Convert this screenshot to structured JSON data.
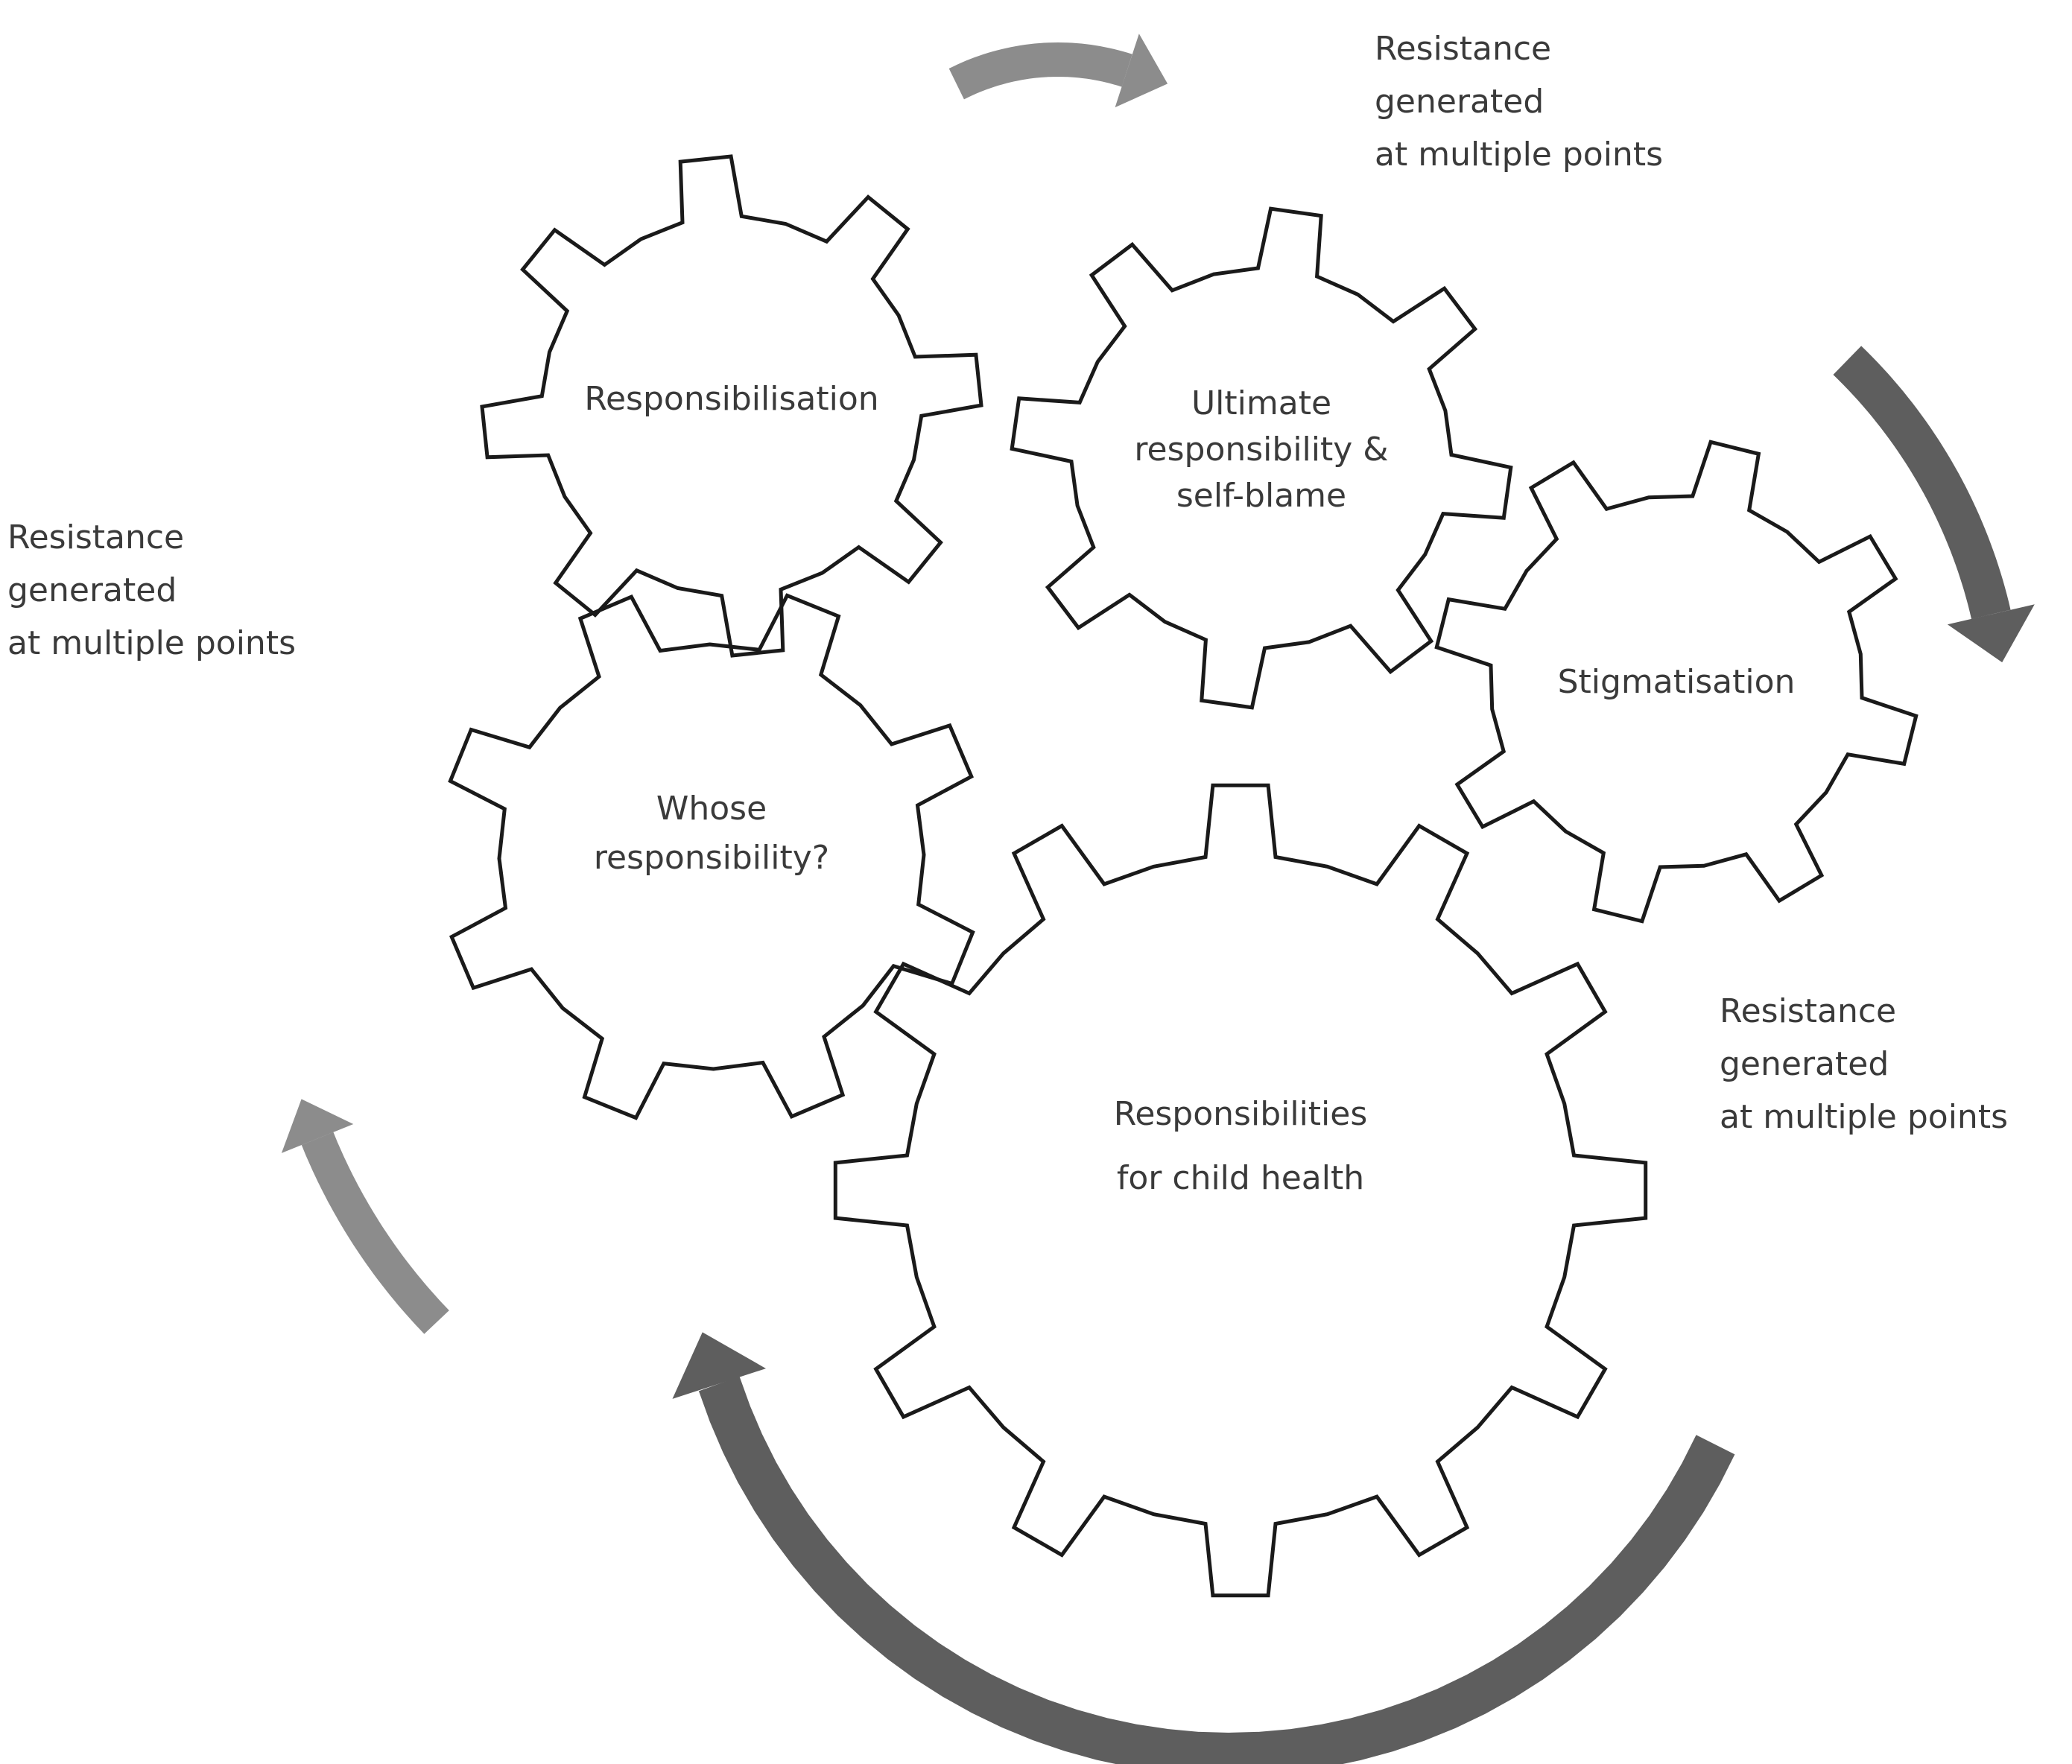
{
  "diagram": {
    "gears": [
      {
        "id": "responsibilisation",
        "lines": [
          "Responsibilisation"
        ]
      },
      {
        "id": "ultimate",
        "lines": [
          "Ultimate",
          "responsibility &",
          "self-blame"
        ]
      },
      {
        "id": "stigmatisation",
        "lines": [
          "Stigmatisation"
        ]
      },
      {
        "id": "whose",
        "lines": [
          "Whose",
          "responsibility?"
        ]
      },
      {
        "id": "child-health",
        "lines": [
          "Responsibilities",
          "for child health"
        ]
      }
    ],
    "resistance_notes": [
      {
        "id": "top-right",
        "lines": [
          "Resistance",
          "generated",
          "at multiple points"
        ]
      },
      {
        "id": "left",
        "lines": [
          "Resistance",
          "generated",
          "at multiple points"
        ]
      },
      {
        "id": "right",
        "lines": [
          "Resistance",
          "generated",
          "at multiple points"
        ]
      }
    ],
    "colors": {
      "gear_stroke": "#1a1a1a",
      "gear_fill": "#ffffff",
      "arrow_light": "#8c8c8c",
      "arrow_dark": "#5e5e5e",
      "text": "#3a3a3a"
    }
  }
}
